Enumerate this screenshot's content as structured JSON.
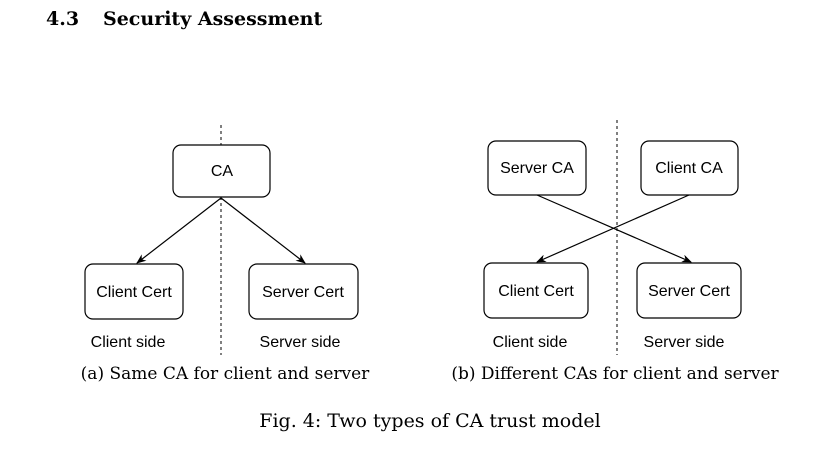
{
  "section": {
    "number": "4.3",
    "title": "Security Assessment"
  },
  "subfig_a": {
    "top_box": "CA",
    "left_box": "Client Cert",
    "right_box": "Server Cert",
    "left_side": "Client side",
    "right_side": "Server side",
    "caption": "(a) Same CA for client and server"
  },
  "subfig_b": {
    "top_left_box": "Server CA",
    "top_right_box": "Client CA",
    "left_box": "Client Cert",
    "right_box": "Server Cert",
    "left_side": "Client side",
    "right_side": "Server side",
    "caption": "(b) Different CAs for client and server"
  },
  "figure_caption": "Fig. 4: Two types of CA trust model"
}
